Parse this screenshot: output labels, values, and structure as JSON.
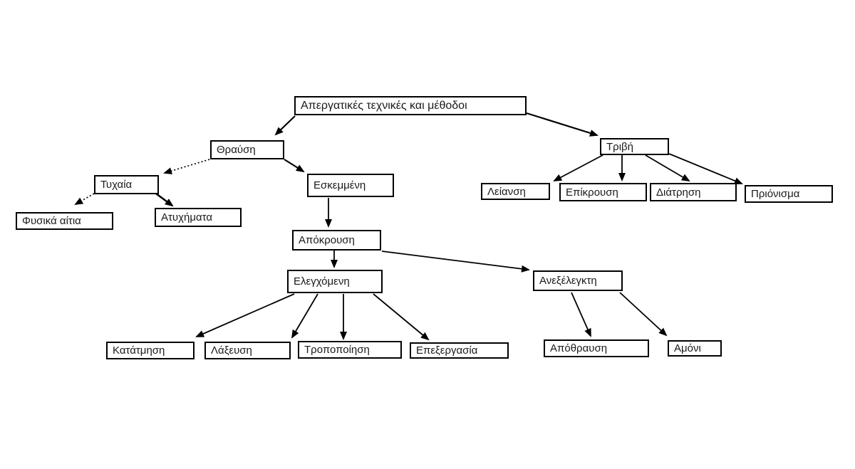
{
  "diagram": {
    "title": "Απεργατικές τεχνικές και μέθοδοι",
    "nodes": [
      {
        "id": "root",
        "label": "Απεργατικές τεχνικές και μέθοδοι"
      },
      {
        "id": "thrafsi",
        "label": "Θραύση"
      },
      {
        "id": "tychaia",
        "label": "Τυχαία"
      },
      {
        "id": "fysika",
        "label": "Φυσικά αίτια"
      },
      {
        "id": "atychimata",
        "label": "Ατυχήματα"
      },
      {
        "id": "eskemmeni",
        "label": "Εσκεμμένη"
      },
      {
        "id": "apokrousi",
        "label": "Απόκρουση"
      },
      {
        "id": "elegchomeni",
        "label": "Ελεγχόμενη"
      },
      {
        "id": "anexelegkti",
        "label": "Ανεξέλεγκτη"
      },
      {
        "id": "trivi",
        "label": "Τριβή"
      },
      {
        "id": "leiansi",
        "label": "Λείανση"
      },
      {
        "id": "epikrousi",
        "label": "Επίκρουση"
      },
      {
        "id": "diatrisi",
        "label": "Διάτρηση"
      },
      {
        "id": "prionisma",
        "label": "Πριόνισμα"
      },
      {
        "id": "katatmisi",
        "label": "Κατάτμηση"
      },
      {
        "id": "laxefsi",
        "label": "Λάξευση"
      },
      {
        "id": "tropopoiisi",
        "label": "Τροποποίηση"
      },
      {
        "id": "epexergasia",
        "label": "Επεξεργασία"
      },
      {
        "id": "apothrafsi",
        "label": "Απόθραυση"
      },
      {
        "id": "amoni",
        "label": "Αμόνι"
      }
    ],
    "edges": [
      {
        "from": "root",
        "to": "thrafsi",
        "style": "solid"
      },
      {
        "from": "root",
        "to": "trivi",
        "style": "solid"
      },
      {
        "from": "thrafsi",
        "to": "tychaia",
        "style": "dotted"
      },
      {
        "from": "thrafsi",
        "to": "eskemmeni",
        "style": "solid"
      },
      {
        "from": "tychaia",
        "to": "fysika",
        "style": "dotted"
      },
      {
        "from": "tychaia",
        "to": "atychimata",
        "style": "solid"
      },
      {
        "from": "eskemmeni",
        "to": "apokrousi",
        "style": "solid"
      },
      {
        "from": "apokrousi",
        "to": "elegchomeni",
        "style": "solid"
      },
      {
        "from": "apokrousi",
        "to": "anexelegkti",
        "style": "solid"
      },
      {
        "from": "trivi",
        "to": "leiansi",
        "style": "solid"
      },
      {
        "from": "trivi",
        "to": "epikrousi",
        "style": "solid"
      },
      {
        "from": "trivi",
        "to": "diatrisi",
        "style": "solid"
      },
      {
        "from": "trivi",
        "to": "prionisma",
        "style": "solid"
      },
      {
        "from": "elegchomeni",
        "to": "katatmisi",
        "style": "solid"
      },
      {
        "from": "elegchomeni",
        "to": "laxefsi",
        "style": "solid"
      },
      {
        "from": "elegchomeni",
        "to": "tropopoiisi",
        "style": "solid"
      },
      {
        "from": "elegchomeni",
        "to": "epexergasia",
        "style": "solid"
      },
      {
        "from": "anexelegkti",
        "to": "apothrafsi",
        "style": "solid"
      },
      {
        "from": "anexelegkti",
        "to": "amoni",
        "style": "solid"
      }
    ],
    "colors": {
      "line": "#000000",
      "box_border": "#000000",
      "background": "#ffffff",
      "text": "#1a1a1a"
    }
  }
}
